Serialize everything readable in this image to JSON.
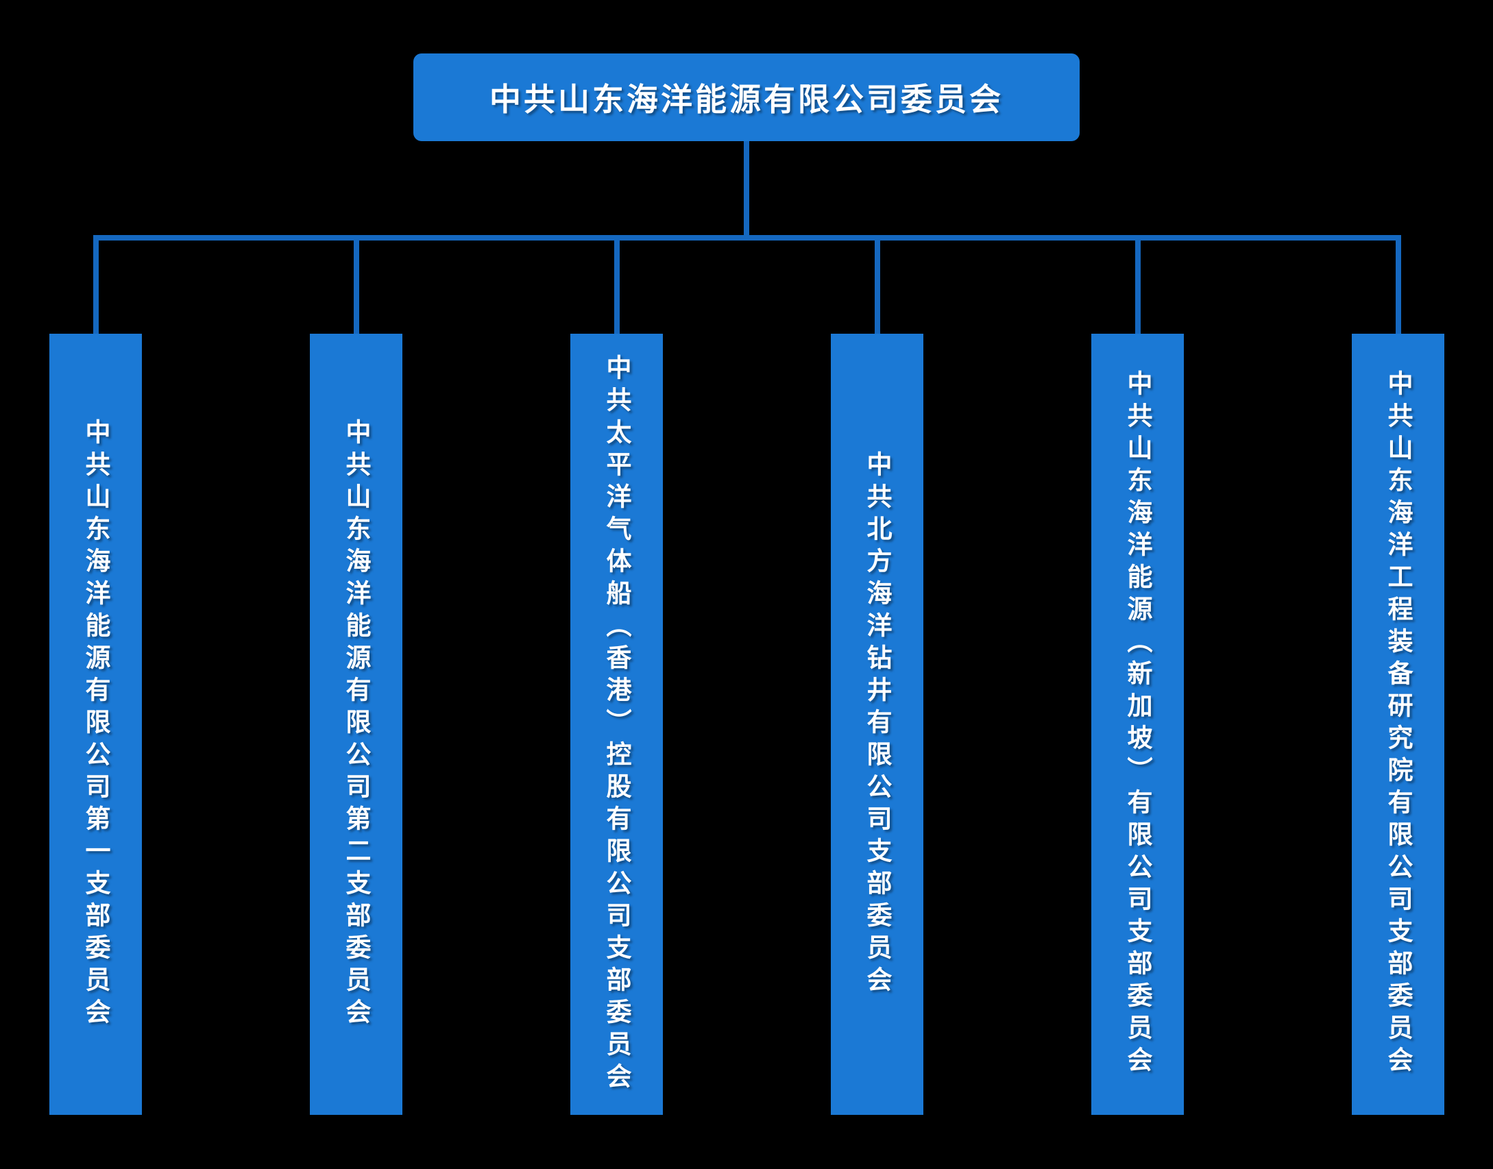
{
  "colors": {
    "background": "#000000",
    "node_fill": "#1B79D5",
    "connector": "#1568C0",
    "text": "#FFFFFF"
  },
  "root": {
    "label": "中共山东海洋能源有限公司委员会"
  },
  "children": [
    {
      "label": "中共山东海洋能源有限公司第一支部委员会"
    },
    {
      "label": "中共山东海洋能源有限公司第二支部委员会"
    },
    {
      "label": "中共太平洋气体船（香港）控股有限公司支部委员会"
    },
    {
      "label": "中共北方海洋钻井有限公司支部委员会"
    },
    {
      "label": "中共山东海洋能源（新加坡）有限公司支部委员会"
    },
    {
      "label": "中共山东海洋工程装备研究院有限公司支部委员会"
    }
  ]
}
